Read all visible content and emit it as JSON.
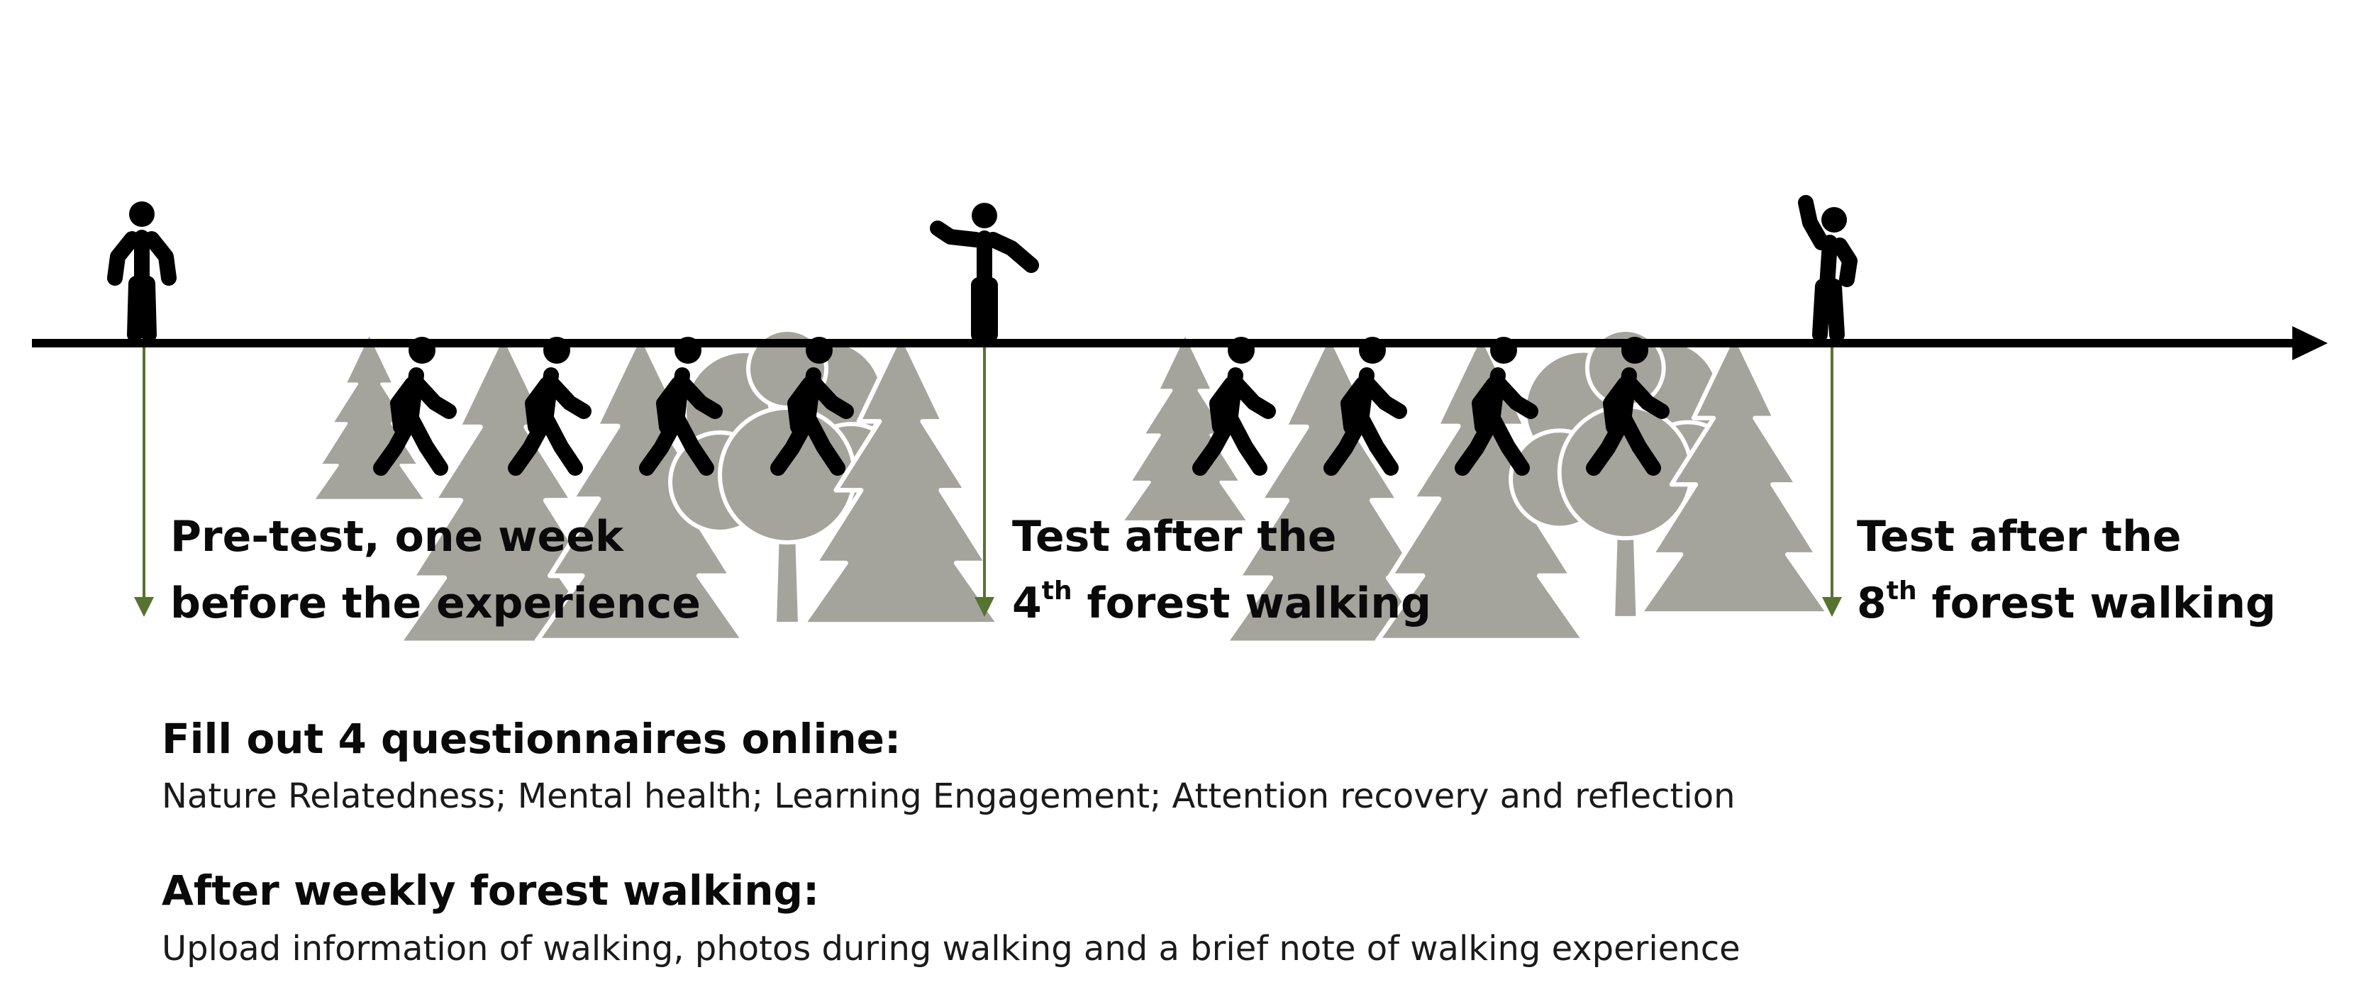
{
  "timeline": {
    "milestones": [
      {
        "line1": "Pre-test, one week",
        "line2": "before the experience"
      },
      {
        "line1": "Test after the",
        "line2_num": "4",
        "line2_sup": "th",
        "line2_rest": " forest walking"
      },
      {
        "line1": "Test after the",
        "line2_num": "8",
        "line2_sup": "th",
        "line2_rest": " forest walking"
      }
    ]
  },
  "questionnaires": {
    "title": "Fill out 4 questionnaires online:",
    "body": "Nature Relatedness; Mental health; Learning Engagement; Attention recovery and reflection"
  },
  "weekly": {
    "title": "After weekly forest walking:",
    "body": "Upload information of walking, photos during walking and a brief note of walking experience"
  },
  "colors": {
    "tree": "#a5a49c",
    "tree_outline": "#ffffff",
    "figure": "#000000",
    "timeline": "#000000",
    "milestone_arrow": "#56732f"
  },
  "icons": {
    "tree": "pine-tree-icon",
    "deciduous_tree": "round-tree-icon",
    "walker": "walking-person-icon",
    "standing": "standing-person-icon",
    "pointing": "pointing-person-icon",
    "waving": "waving-person-icon"
  }
}
